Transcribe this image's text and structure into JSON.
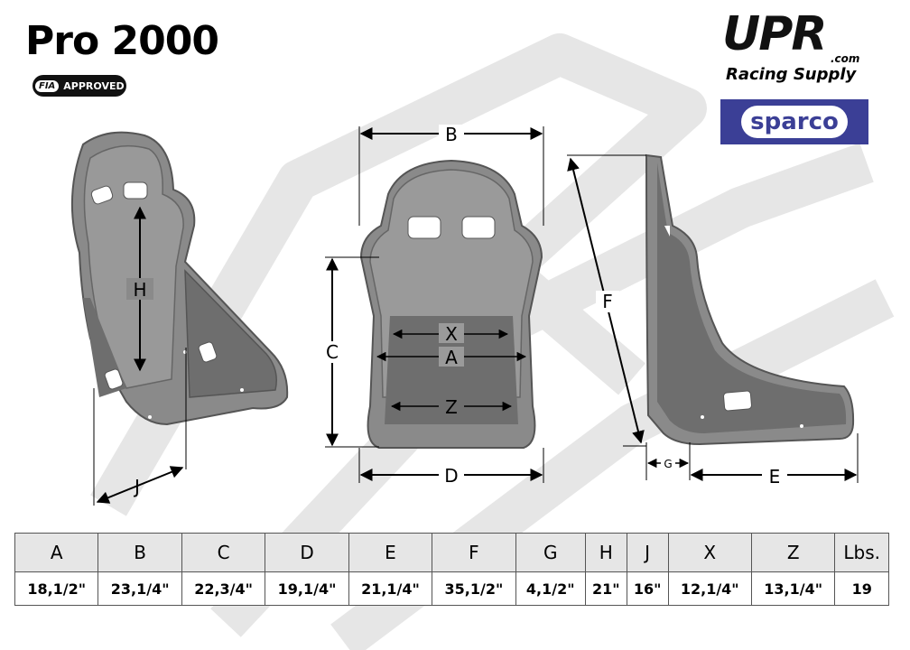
{
  "title": "Pro 2000",
  "fia_badge": {
    "mark": "FIA",
    "label": "APPROVED"
  },
  "upr_logo": {
    "main": "UPR",
    "sub": ".com",
    "tagline": "Racing Supply"
  },
  "sparco_logo": "sparco",
  "diagram_labels": {
    "A": "A",
    "B": "B",
    "C": "C",
    "D": "D",
    "E": "E",
    "F": "F",
    "G": "G",
    "H": "H",
    "J": "J",
    "X": "X",
    "Z": "Z"
  },
  "table": {
    "headers": [
      "A",
      "B",
      "C",
      "D",
      "E",
      "F",
      "G",
      "H",
      "J",
      "X",
      "Z",
      "Lbs."
    ],
    "values": [
      "18,1/2\"",
      "23,1/4\"",
      "22,3/4\"",
      "19,1/4\"",
      "21,1/4\"",
      "35,1/2\"",
      "4,1/2\"",
      "21\"",
      "16\"",
      "12,1/4\"",
      "13,1/4\"",
      "19"
    ]
  },
  "colors": {
    "seat_fill": "#8a8a8a",
    "seat_inner": "#6e6e6e",
    "sparco_blue": "#3b3f96",
    "watermark": "#e4e4e4"
  }
}
